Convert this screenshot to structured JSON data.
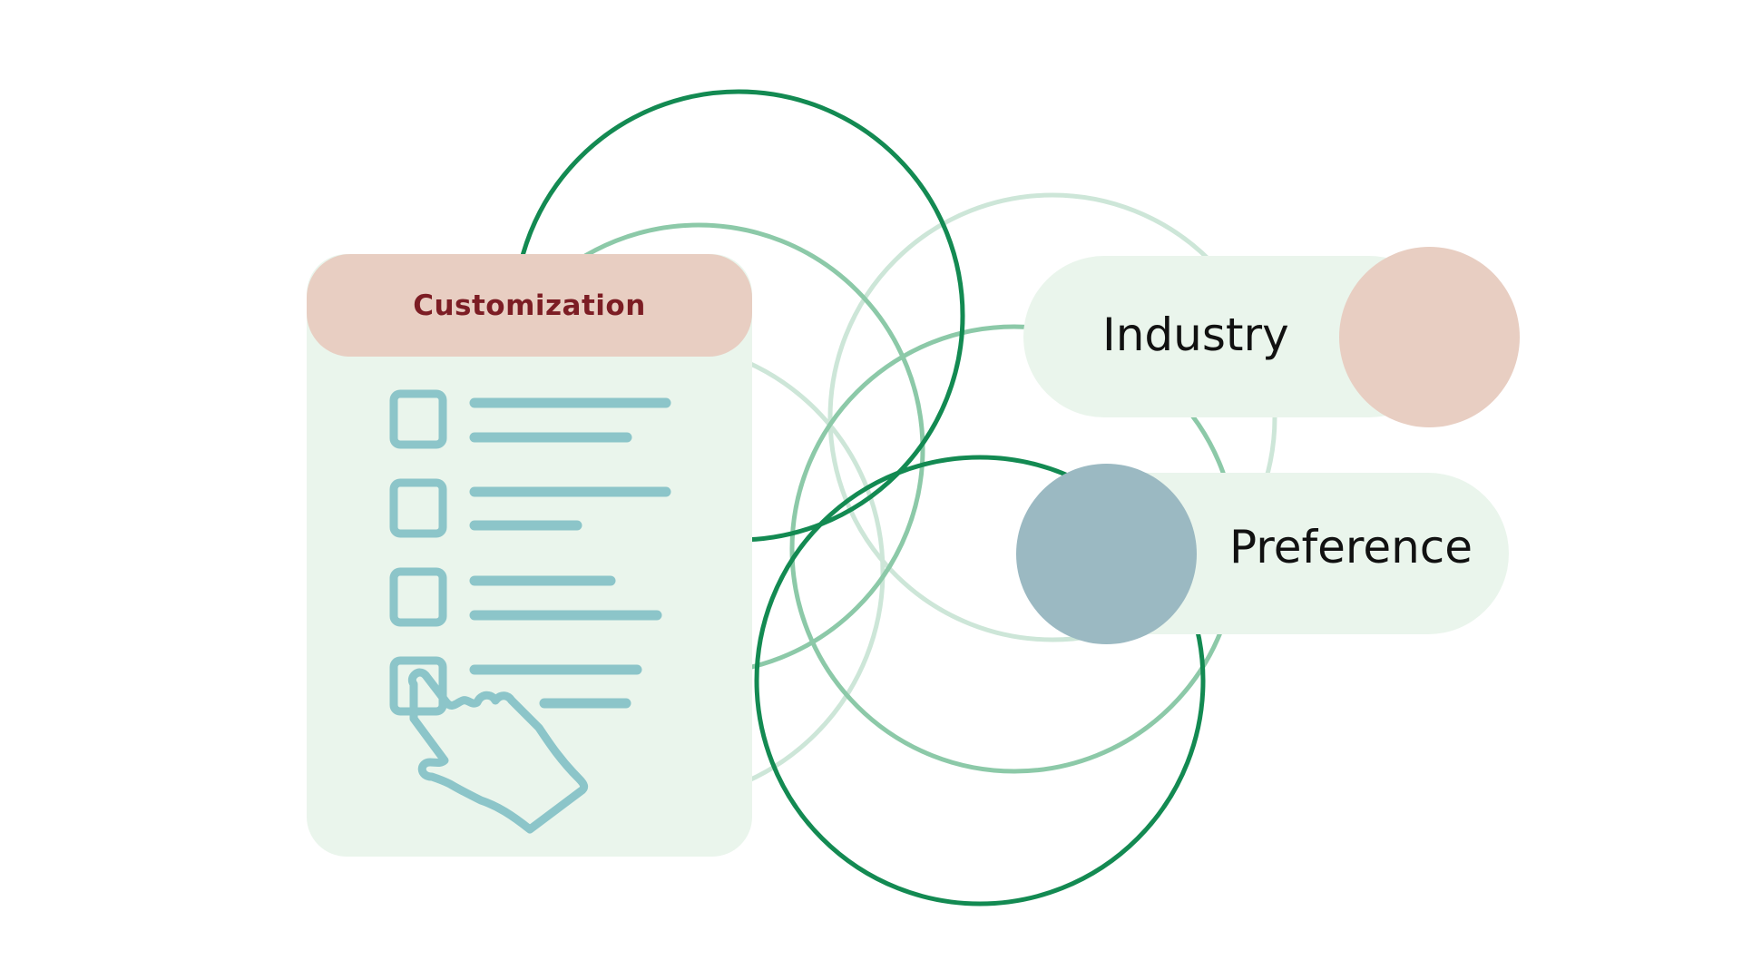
{
  "card": {
    "title": "Customization",
    "title_color": "#7c1d24",
    "header_color": "#e8cec2",
    "body_color": "#eaf5ec",
    "icon": "checklist-with-pointing-hand-icon",
    "icon_color": "#8cc5c9",
    "checklist_items": 4
  },
  "pills": [
    {
      "label": "Industry",
      "dot_color": "#e8cec2",
      "dot_side": "right"
    },
    {
      "label": "Preference",
      "dot_color": "#9bb9c2",
      "dot_side": "left"
    }
  ],
  "rings": {
    "dark_color": "#138a52",
    "mid_color": "#8cc9a8",
    "light_color": "#cde6d8",
    "count": 6
  }
}
